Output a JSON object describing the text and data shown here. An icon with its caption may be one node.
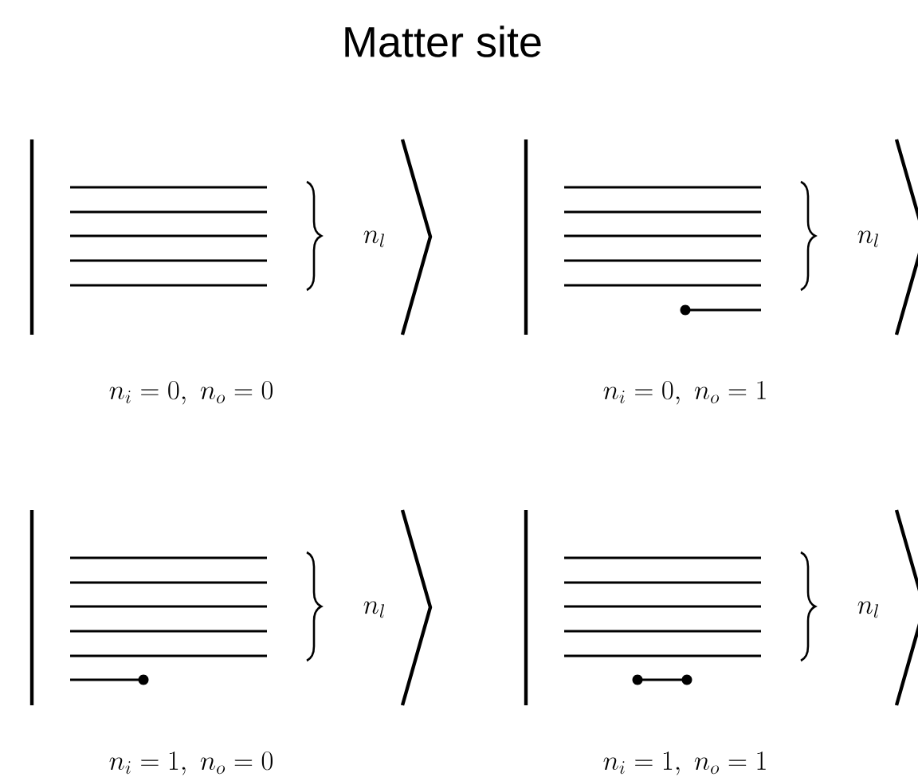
{
  "diagram": {
    "title": "Matter site",
    "labels": [
      "n_l",
      "n_l",
      "n_i = 0,\\ n_o = 0",
      "n_i = 0,\\ n_o = 1",
      "n_l",
      "n_l",
      "n_i = 1,\\ n_o = 0",
      "n_i = 1,\\ n_o = 1"
    ]
  }
}
